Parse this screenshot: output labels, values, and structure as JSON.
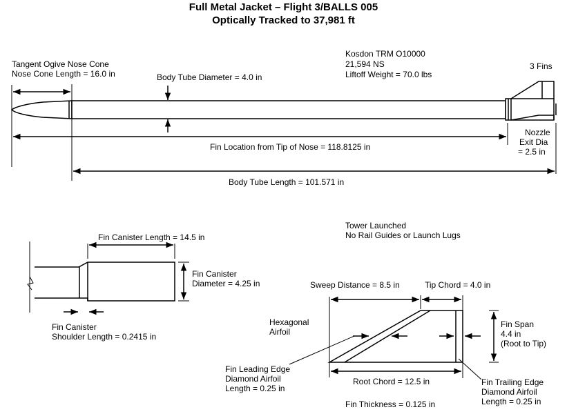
{
  "title": {
    "line1": "Full Metal Jacket – Flight 3/BALLS 005",
    "line2": "Optically Tracked to 37,981 ft"
  },
  "rocket": {
    "nose_type": "Tangent Ogive Nose Cone",
    "nose_length": "Nose Cone Length = 16.0 in",
    "body_diameter": "Body Tube Diameter = 4.0 in",
    "motor": "Kosdon TRM O10000",
    "impulse": "21,594 NS",
    "liftoff_weight": "Liftoff Weight = 70.0 lbs",
    "fins": "3 Fins",
    "nozzle_line1": "Nozzle",
    "nozzle_line2": "Exit Dia",
    "nozzle_line3": "= 2.5 in",
    "fin_location": "Fin Location from Tip of Nose = 118.8125 in",
    "body_length": "Body Tube Length = 101.571 in"
  },
  "canister": {
    "length": "Fin Canister Length = 14.5 in",
    "diameter_line1": "Fin Canister",
    "diameter_line2": "Diameter = 4.25 in",
    "shoulder_line1": "Fin Canister",
    "shoulder_line2": "Shoulder Length = 0.2415 in"
  },
  "launch": {
    "line1": "Tower Launched",
    "line2": "No Rail Guides or Launch Lugs"
  },
  "fin": {
    "sweep": "Sweep Distance = 8.5 in",
    "tip_chord": "Tip Chord = 4.0 in",
    "airfoil_line1": "Hexagonal",
    "airfoil_line2": "Airfoil",
    "span_line1": "Fin Span",
    "span_line2": "4.4 in",
    "span_line3": "(Root to Tip)",
    "le_line1": "Fin Leading Edge",
    "le_line2": "Diamond Airfoil",
    "le_line3": "Length = 0.25 in",
    "root_chord": "Root Chord = 12.5 in",
    "te_line1": "Fin Trailing Edge",
    "te_line2": "Diamond Airfoil",
    "te_line3": "Length = 0.25 in",
    "thickness": "Fin Thickness = 0.125 in"
  }
}
